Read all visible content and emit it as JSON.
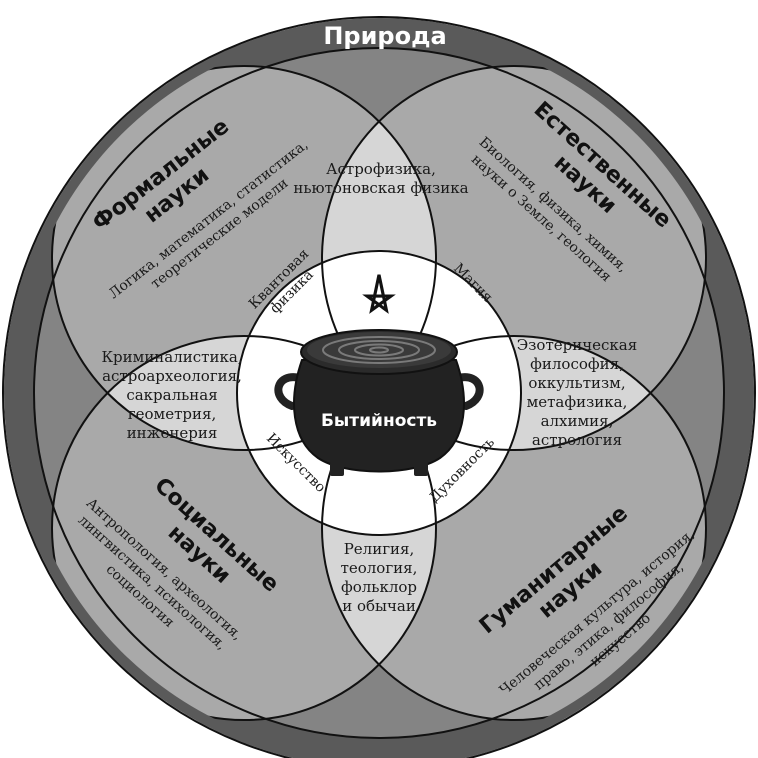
{
  "title": "Природа",
  "colors": {
    "outer_ring": "#5a5a5a",
    "outer_area": "#848484",
    "petal": "#a9a9a9",
    "overlap_three": "#d6d6d6",
    "core": "#ffffff",
    "cauldron": "#222222"
  },
  "icons": [
    "pentagram-icon",
    "cauldron-icon"
  ],
  "sectors": {
    "formal": {
      "heading": [
        "Формальные",
        "науки"
      ],
      "lines": [
        "Логика, математика, статистика,",
        "теоретические модели"
      ]
    },
    "natural": {
      "heading": [
        "Естественные",
        "науки"
      ],
      "lines": [
        "Биология, физика, химия,",
        "науки о Земле, геология"
      ]
    },
    "social": {
      "heading": [
        "Социальные",
        "науки"
      ],
      "lines": [
        "Антропология, археология,",
        "лингвистика, психология,",
        "социология"
      ]
    },
    "humanities": {
      "heading": [
        "Гуманитарные",
        "науки"
      ],
      "lines": [
        "Человеческая культура, история,",
        "право, этика, философия,",
        "искусство"
      ]
    }
  },
  "overlaps": {
    "top": [
      "Астрофизика,",
      "ньютоновская физика"
    ],
    "left": [
      "Криминалистика,",
      "астроархеология,",
      "сакральная",
      "геометрия,",
      "инженерия"
    ],
    "right": [
      "Эзотерическая",
      "философия,",
      "оккультизм,",
      "метафизика,",
      "алхимия,",
      "астрология"
    ],
    "bottom": [
      "Религия,",
      "теология,",
      "фольклор",
      "и обычаи"
    ]
  },
  "inner": {
    "quantum": [
      "Квантовая",
      "физика"
    ],
    "magic": "Магия",
    "art": "Искусство",
    "spirituality": "Духовность"
  },
  "center": "Бытийность"
}
